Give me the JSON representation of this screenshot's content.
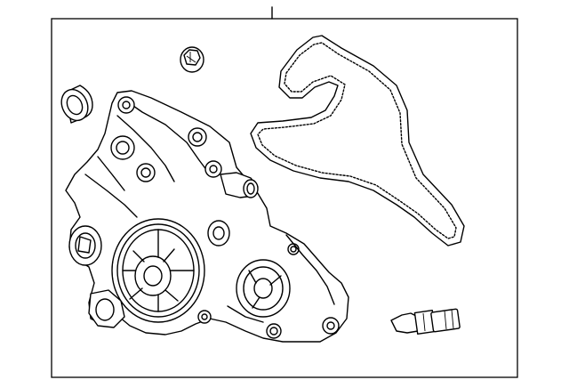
{
  "diagram": {
    "parts": [
      {
        "id": "water-pump",
        "name": "water-pump-assembly"
      },
      {
        "id": "gasket",
        "name": "pump-gasket"
      },
      {
        "id": "sensor",
        "name": "coolant-temperature-sensor"
      },
      {
        "id": "bolt",
        "name": "mounting-bolt"
      },
      {
        "id": "bushing",
        "name": "bushing"
      }
    ],
    "colors": {
      "line": "#000000",
      "fill": "#ffffff",
      "background": "#ffffff"
    }
  }
}
